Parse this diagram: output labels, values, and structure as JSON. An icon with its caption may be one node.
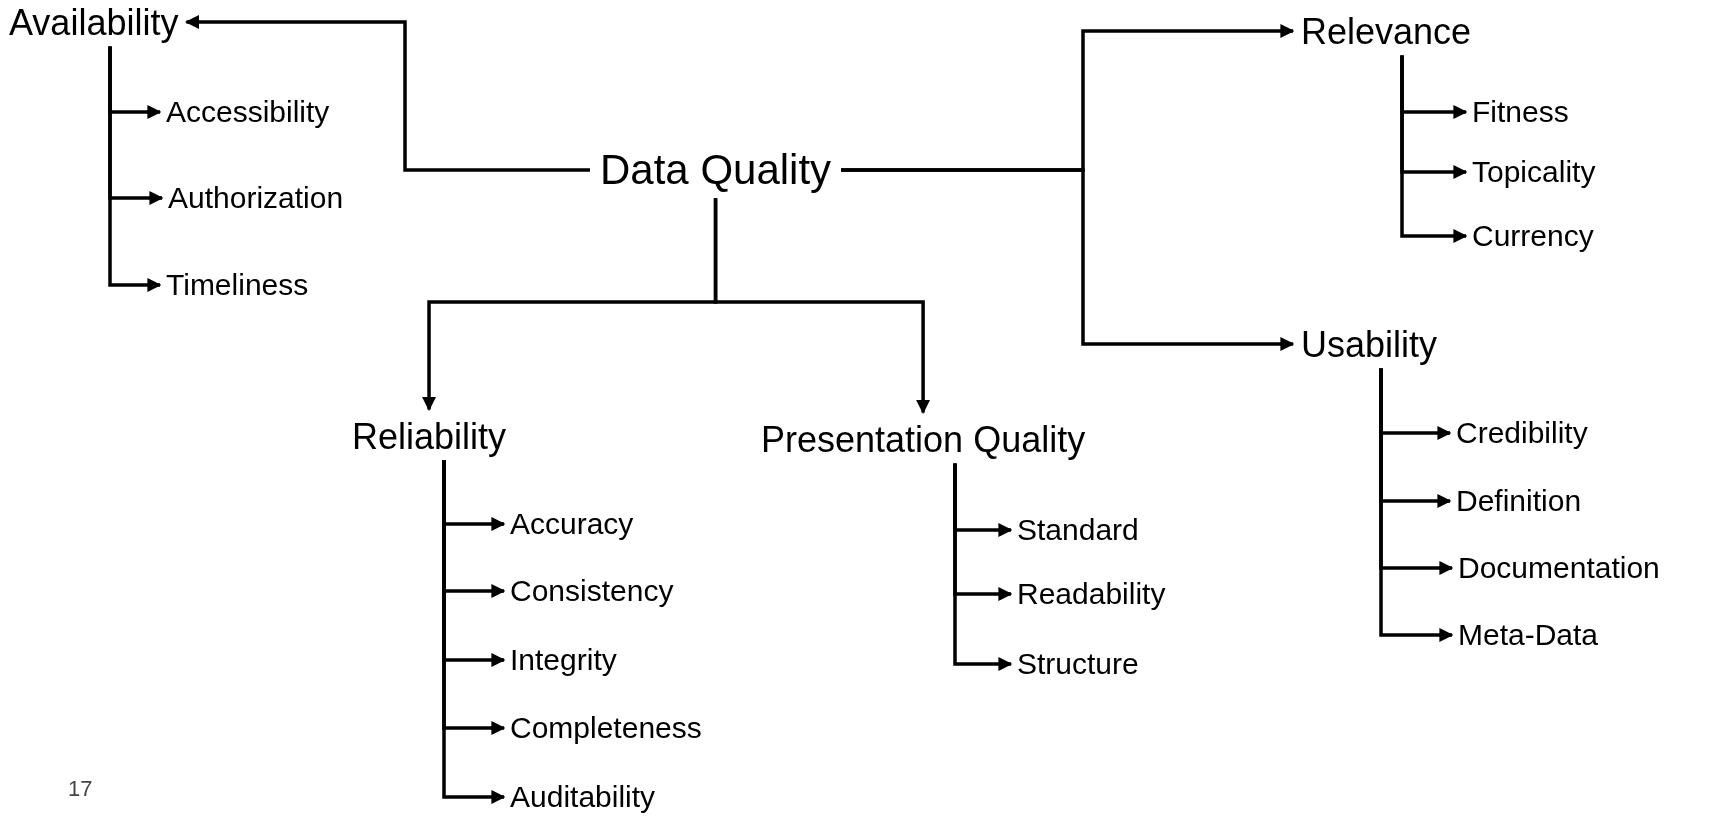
{
  "diagram": {
    "nodes": [
      {
        "text": [
          "Data Quality"
        ]
      },
      {
        "text": [
          "Availability"
        ]
      },
      {
        "text": [
          "Accessibility"
        ]
      },
      {
        "text": [
          "Authorization"
        ]
      },
      {
        "text": [
          "Timeliness"
        ]
      },
      {
        "text": [
          "Relevance"
        ]
      },
      {
        "text": [
          "Fitness"
        ]
      },
      {
        "text": [
          "Topicality"
        ]
      },
      {
        "text": [
          "Currency"
        ]
      },
      {
        "text": [
          "Usability"
        ]
      },
      {
        "text": [
          "Credibility"
        ]
      },
      {
        "text": [
          "Definition"
        ]
      },
      {
        "text": [
          "Documentation"
        ]
      },
      {
        "text": [
          "Meta-Data"
        ]
      },
      {
        "text": [
          "Reliability"
        ]
      },
      {
        "text": [
          "Accuracy"
        ]
      },
      {
        "text": [
          "Consistency"
        ]
      },
      {
        "text": [
          "Integrity"
        ]
      },
      {
        "text": [
          "Completeness"
        ]
      },
      {
        "text": [
          "Auditability"
        ]
      },
      {
        "text": [
          "Presentation Quality"
        ]
      },
      {
        "text": [
          "Standard"
        ]
      },
      {
        "text": [
          "Readability"
        ]
      },
      {
        "text": [
          "Structure"
        ]
      }
    ],
    "edges": [
      {
        "from": 0,
        "to": 1,
        "arrow": "to"
      },
      {
        "from": 0,
        "to": 5,
        "arrow": "to"
      },
      {
        "from": 0,
        "to": 9,
        "arrow": "to"
      },
      {
        "from": 0,
        "to": 14,
        "arrow": "to"
      },
      {
        "from": 0,
        "to": 20,
        "arrow": "to"
      },
      {
        "from": 1,
        "to": 2,
        "arrow": "to"
      },
      {
        "from": 1,
        "to": 3,
        "arrow": "to"
      },
      {
        "from": 1,
        "to": 4,
        "arrow": "to"
      },
      {
        "from": 5,
        "to": 6,
        "arrow": "to"
      },
      {
        "from": 5,
        "to": 7,
        "arrow": "to"
      },
      {
        "from": 5,
        "to": 8,
        "arrow": "to"
      },
      {
        "from": 9,
        "to": 10,
        "arrow": "to"
      },
      {
        "from": 9,
        "to": 11,
        "arrow": "to"
      },
      {
        "from": 9,
        "to": 12,
        "arrow": "to"
      },
      {
        "from": 9,
        "to": 13,
        "arrow": "to"
      },
      {
        "from": 14,
        "to": 15,
        "arrow": "to"
      },
      {
        "from": 14,
        "to": 16,
        "arrow": "to"
      },
      {
        "from": 14,
        "to": 17,
        "arrow": "to"
      },
      {
        "from": 14,
        "to": 18,
        "arrow": "to"
      },
      {
        "from": 14,
        "to": 19,
        "arrow": "to"
      },
      {
        "from": 20,
        "to": 21,
        "arrow": "to"
      },
      {
        "from": 20,
        "to": 22,
        "arrow": "to"
      },
      {
        "from": 20,
        "to": 23,
        "arrow": "to"
      }
    ],
    "labels": [
      "17"
    ]
  }
}
